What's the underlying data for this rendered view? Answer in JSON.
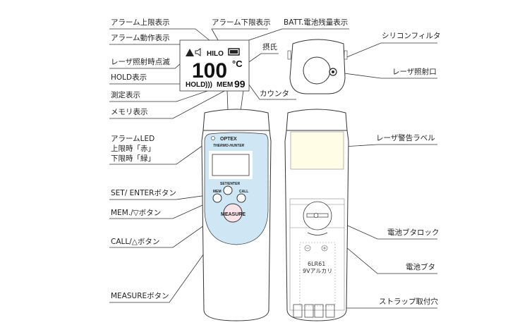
{
  "title_labels": {
    "alarm_upper": "アラーム上限表示",
    "alarm_lower": "アラーム下限表示",
    "battery": "BATT.電池残量表示",
    "alarm_action": "アラーム動作表示",
    "laser_blink": "レーザ照射時点滅",
    "celsius": "摂氏",
    "hold": "HOLD表示",
    "counter": "カウンタ",
    "measuring": "測定表示",
    "memory": "メモリ表示",
    "alarm_led_1": "アラームLED",
    "alarm_led_2": "上限時「赤」",
    "alarm_led_3": "下限時「緑」",
    "set_enter_btn": "SET/ ENTERボタン",
    "mem_btn": "MEM./▽ボタン",
    "call_btn": "CALL/△ボタン",
    "measure_btn": "MEASUREボタン",
    "silicon_filter": "シリコンフィルタ",
    "laser_port": "レーザ照射口",
    "laser_label": "レーザ警告ラベル",
    "battery_lock": "電池ブタロック",
    "battery_cover": "電池ブタ",
    "strap_hole": "ストラップ取付穴"
  },
  "lcd": {
    "hilo": "HILO",
    "temperature": "100",
    "unit": "°C",
    "hold": "HOLD",
    "mem": "MEM",
    "counter": "99"
  },
  "device": {
    "brand": "OPTEX",
    "model": "THERMO-HUNTER",
    "set_enter": "SET/ENTER",
    "mem": "MEM",
    "call": "CALL",
    "measure": "MEASURE",
    "battery_type": "6LR61",
    "battery_desc": "9Vアルカリ"
  },
  "colors": {
    "panel": "#cfe6f5",
    "measure_button": "#fbe3ea",
    "label": "#fffde6"
  }
}
